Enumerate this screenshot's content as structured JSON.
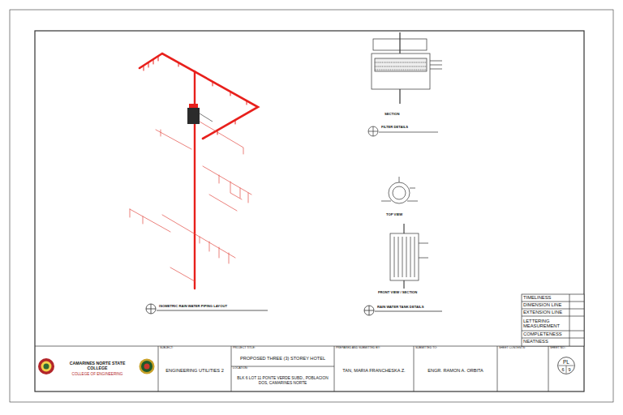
{
  "diagram": {
    "nodes": [
      {
        "text": [
          "CAMARINES NORTE STATE COLLEGE",
          "COLLEGE OF ENGINEERING"
        ]
      },
      {
        "text": [
          "SUBJECT:",
          "ENGINEERING UTILITIES 2"
        ]
      },
      {
        "text": [
          "PROJECT TITLE:",
          "PROPOSED THREE (3) STOREY HOTEL"
        ]
      },
      {
        "text": [
          "LOCATION:",
          "BLK 6 LOT 11 PONTE VERDE SUBD., POBLACION DOS, CAMARINES NORTE"
        ],
        "in": 2
      },
      {
        "text": [
          "PREPARED AND SUBMITTED BY:",
          "TAN, MARIA FRANCHESKA Z."
        ]
      },
      {
        "text": [
          "SUBMITTED TO:",
          "ENGR. RAMON A. ORBITA"
        ]
      },
      {
        "text": [
          "SHEET CONTENTS:"
        ]
      },
      {
        "text": [
          "SHEET NO.:"
        ]
      },
      {
        "text": [
          "PL",
          "6",
          "9"
        ],
        "in": 7
      }
    ],
    "labels": [
      "ISOMETRIC RAIN WATER PIPING LAYOUT",
      "SECTION",
      "FILTER DETAILS",
      "TOP VIEW",
      "FRONT VIEW / SECTION",
      "RAIN WATER TANK DETAILS",
      "TIMELINESS",
      "DIMENSION LINE",
      "EXTENSION LINE",
      "LETTERING MEASUREMENT",
      "COMPLETENESS",
      "NEATNESS"
    ]
  }
}
